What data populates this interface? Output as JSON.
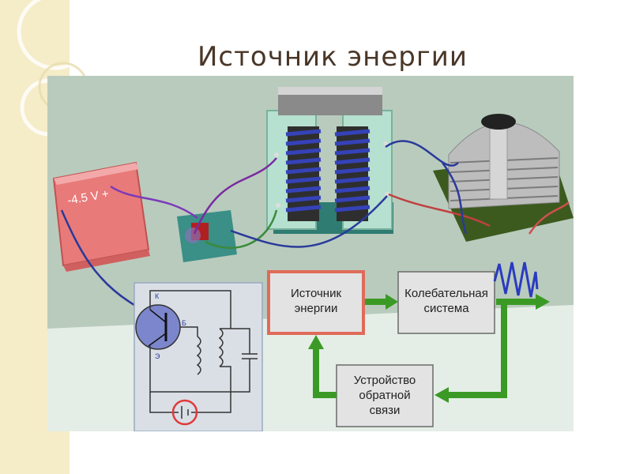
{
  "slide": {
    "title": "Источник энергии"
  },
  "battery": {
    "label": "-4.5 V +"
  },
  "transistor": {
    "k": "К",
    "b": "Б",
    "e": "Э"
  },
  "blocks": {
    "source": [
      "Источник",
      "энергии"
    ],
    "oscillator": [
      "Колебательная",
      "система"
    ],
    "feedback": [
      "Устройство",
      "обратной",
      "связи"
    ]
  },
  "colors": {
    "background": "#ffffff",
    "side_strip": "#f5ecc8",
    "title": "#4a3728",
    "scene_wall": "#b9cbbd",
    "scene_floor": "#e4eee7",
    "block_fill": "#e3e3e3",
    "source_border": "#e06b5a",
    "arrow": "#3b9a25",
    "battery": "#e97a7a",
    "coil": "#3542b8",
    "wave": "#2a3ac0"
  }
}
